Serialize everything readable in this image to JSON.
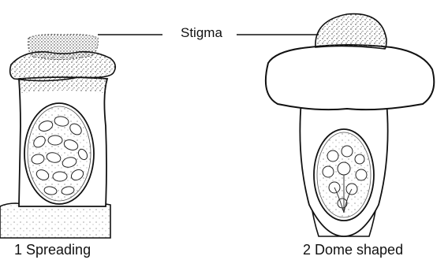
{
  "labels": {
    "stigma": "Stigma"
  },
  "captions": [
    {
      "text": "1 Spreading"
    },
    {
      "text": "2 Dome shaped"
    }
  ],
  "colors": {
    "ink": "#111111",
    "paper": "#ffffff"
  }
}
